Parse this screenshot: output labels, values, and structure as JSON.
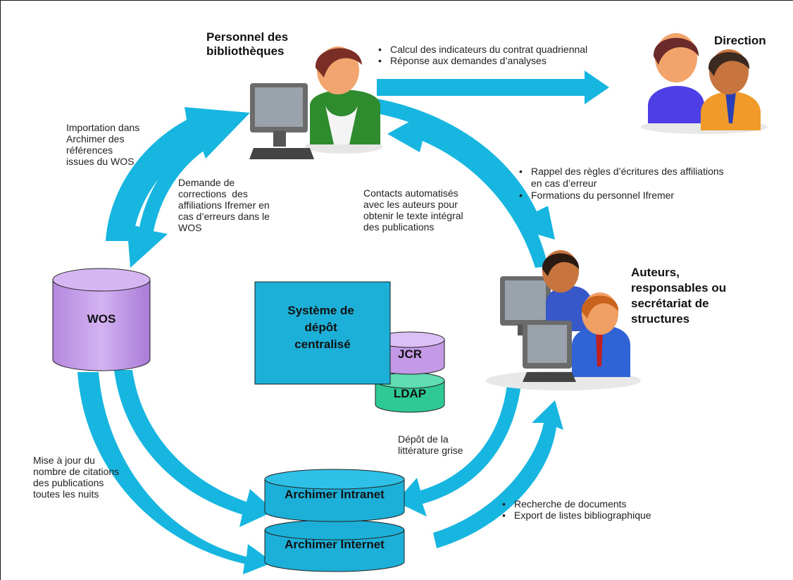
{
  "actors": {
    "library_staff": "Personnel des\nbibliothèques",
    "direction": "Direction",
    "authors": "Auteurs,\nresponsables ou\nsecrétariat de\nstructures"
  },
  "systems": {
    "wos": "WOS",
    "central_system": [
      "Système de",
      "dépôt",
      "centralisé"
    ],
    "jcr": "JCR",
    "ldap": "LDAP",
    "archimer_intranet": "Archimer Intranet",
    "archimer_internet": "Archimer Internet"
  },
  "flows": {
    "direction_bullets": [
      "Calcul des indicateurs du contrat quadriennal",
      "Réponse aux demandes d’analyses"
    ],
    "import_wos": "Importation dans\nArchimer des\nréférences\nissues du WOS",
    "correction_request": "Demande de\ncorrections  des\naffiliations Ifremer en\ncas d’erreurs dans le\nWOS",
    "auto_contacts": "Contacts automatisés\navec les auteurs pour\nobtenir le texte intégral\ndes publications",
    "authors_bullets": [
      "Rappel des règles d’écritures des affiliations en cas d’erreur",
      "Formations du personnel Ifremer"
    ],
    "grey_literature": "Dépôt de la\nlittérature grise",
    "citation_update": "Mise à jour du\nnombre de citations\ndes publications\ntoutes les nuits",
    "internet_bullets": [
      "Recherche de documents",
      "Export de listes bibliographique"
    ]
  },
  "colors": {
    "arrow": "#16b6e0",
    "box_fill": "#1cb0d8",
    "wos_fill": "#c49ae6",
    "jcr_fill": "#c49ae6",
    "ldap_fill": "#2ec995"
  }
}
